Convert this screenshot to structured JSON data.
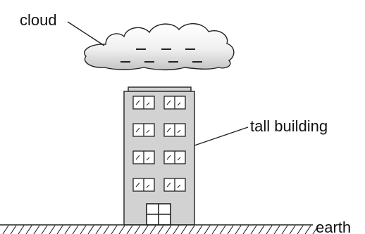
{
  "labels": {
    "cloud": "cloud",
    "building": "tall building",
    "ground": "earth"
  },
  "colors": {
    "line": "#222222",
    "building_fill": "#d2d2d2",
    "window_fill": "#ffffff",
    "cloud_fill": "#efefef",
    "cloud_shadow": "#c8c8c8"
  },
  "building": {
    "floors_with_windows": 4,
    "windows_per_floor": 2
  }
}
